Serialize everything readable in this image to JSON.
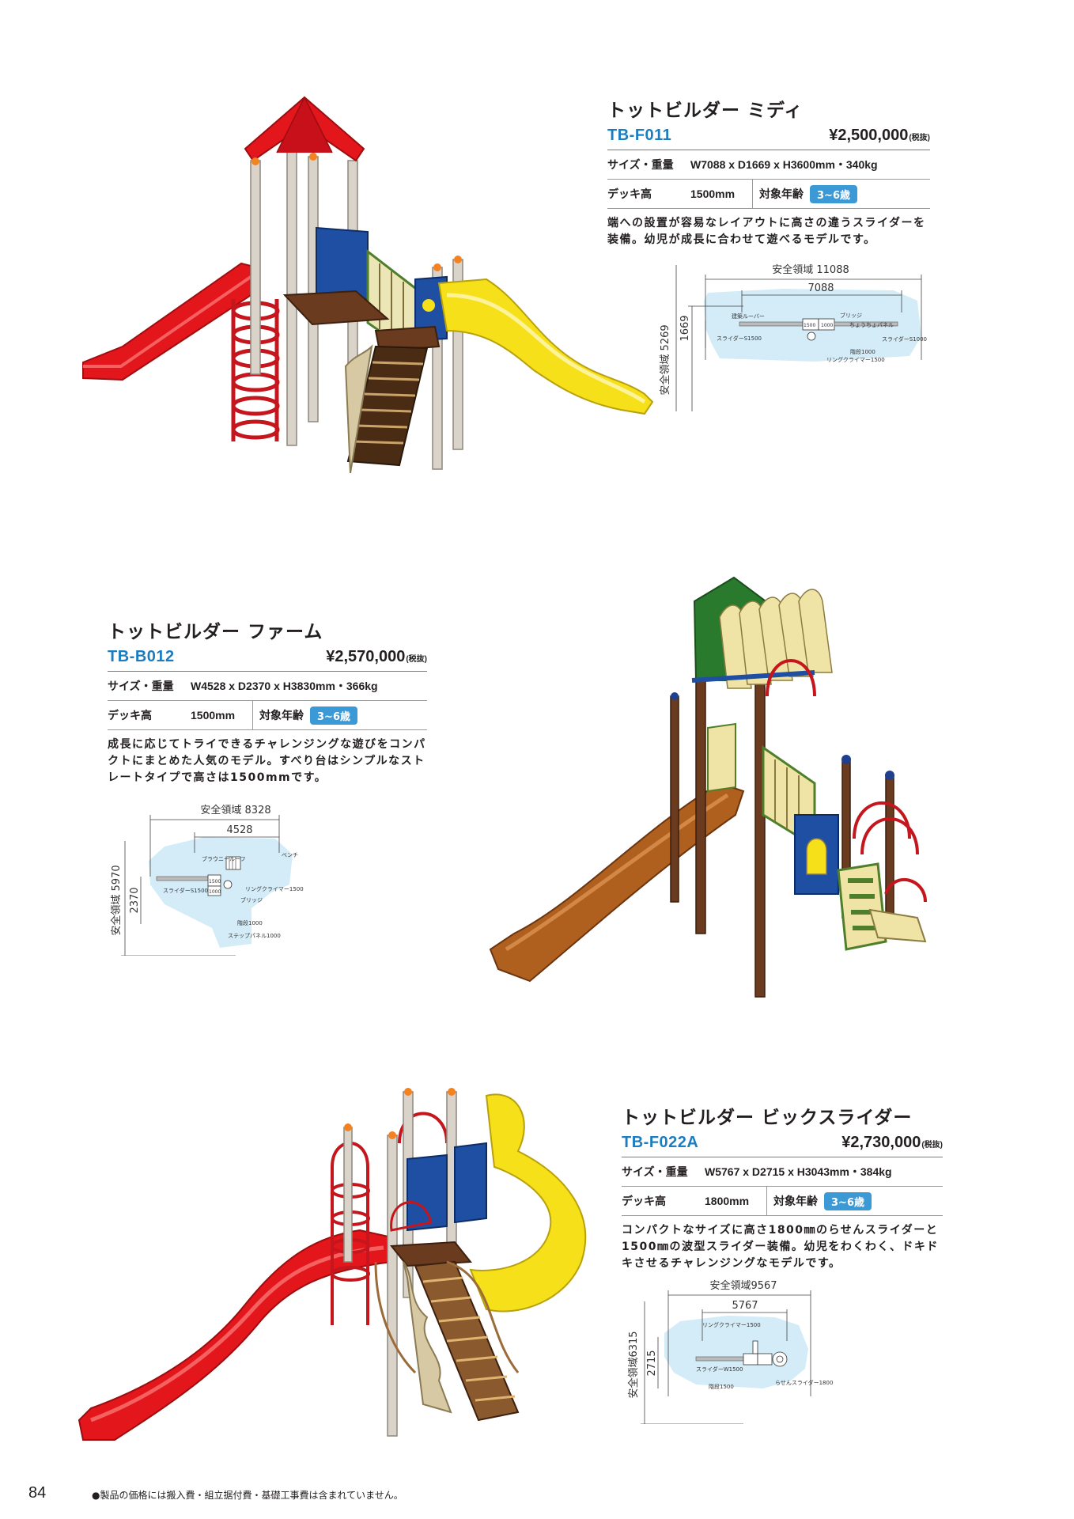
{
  "products": [
    {
      "title": "トットビルダー ミディ",
      "code": "TB-F011",
      "price": "¥2,500,000",
      "tax_note": "(税抜)",
      "size_label": "サイズ・重量",
      "size_value": "W7088 x D1669 x H3600mm・340kg",
      "deck_label": "デッキ高",
      "deck_value": "1500mm",
      "age_label": "対象年齢",
      "age_value": "3~6歳",
      "description": "端への設置が容易なレイアウトに高さの違うスライダーを装備。幼児が成長に合わせて遊べるモデルです。",
      "diagram": {
        "safety_w": "安全領域 11088",
        "w": "7088",
        "safety_d": "安全領域 5269",
        "d": "1669",
        "labels": [
          "建築ルーバー",
          "ブリッジ",
          "ちょうちょパネル",
          "スライダーS1500",
          "スライダーS1000",
          "階段1000",
          "リングクライマー1500"
        ],
        "deck_marks": [
          "1500",
          "1000"
        ]
      }
    },
    {
      "title": "トットビルダー ファーム",
      "code": "TB-B012",
      "price": "¥2,570,000",
      "tax_note": "(税抜)",
      "size_label": "サイズ・重量",
      "size_value": "W4528 x D2370 x H3830mm・366kg",
      "deck_label": "デッキ高",
      "deck_value": "1500mm",
      "age_label": "対象年齢",
      "age_value": "3~6歳",
      "description": "成長に応じてトライできるチャレンジングな遊びをコンパクトにまとめた人気のモデル。すべり台はシンプルなストレートタイプで高さは1500mmです。",
      "diagram": {
        "safety_w": "安全領域 8328",
        "w": "4528",
        "safety_d": "安全領域 5970",
        "d": "2370",
        "labels": [
          "ベンチ",
          "ブラウニールーフ",
          "スライダーS1500",
          "リングクライマー1500",
          "ブリッジ",
          "階段1000",
          "ステップパネル1000"
        ],
        "deck_marks": [
          "1500",
          "1000"
        ]
      }
    },
    {
      "title": "トットビルダー ビックスライダー",
      "code": "TB-F022A",
      "price": "¥2,730,000",
      "tax_note": "(税抜)",
      "size_label": "サイズ・重量",
      "size_value": "W5767 x D2715 x H3043mm・384kg",
      "deck_label": "デッキ高",
      "deck_value": "1800mm",
      "age_label": "対象年齢",
      "age_value": "3~6歳",
      "description": "コンパクトなサイズに高さ1800㎜のらせんスライダーと1500㎜の波型スライダー装備。幼児をわくわく、ドキドキさせるチャレンジングなモデルです。",
      "diagram": {
        "safety_w": "安全領域9567",
        "w": "5767",
        "safety_d": "安全領域6315",
        "d": "2715",
        "labels": [
          "リングクライマー1500",
          "スライダーW1500",
          "階段1500",
          "らせんスライダー1800"
        ],
        "deck_marks": []
      }
    }
  ],
  "footer": {
    "page_number": "84",
    "note": "●製品の価格には搬入費・組立据付費・基礎工事費は含まれていません。"
  },
  "colors": {
    "accent_blue": "#1a7dc0",
    "badge_blue": "#3b9ad6",
    "safety_zone": "#d3ecf8",
    "slide_red": "#e3161c",
    "slide_yellow": "#f6e01a",
    "slide_brown": "#b0601e"
  }
}
